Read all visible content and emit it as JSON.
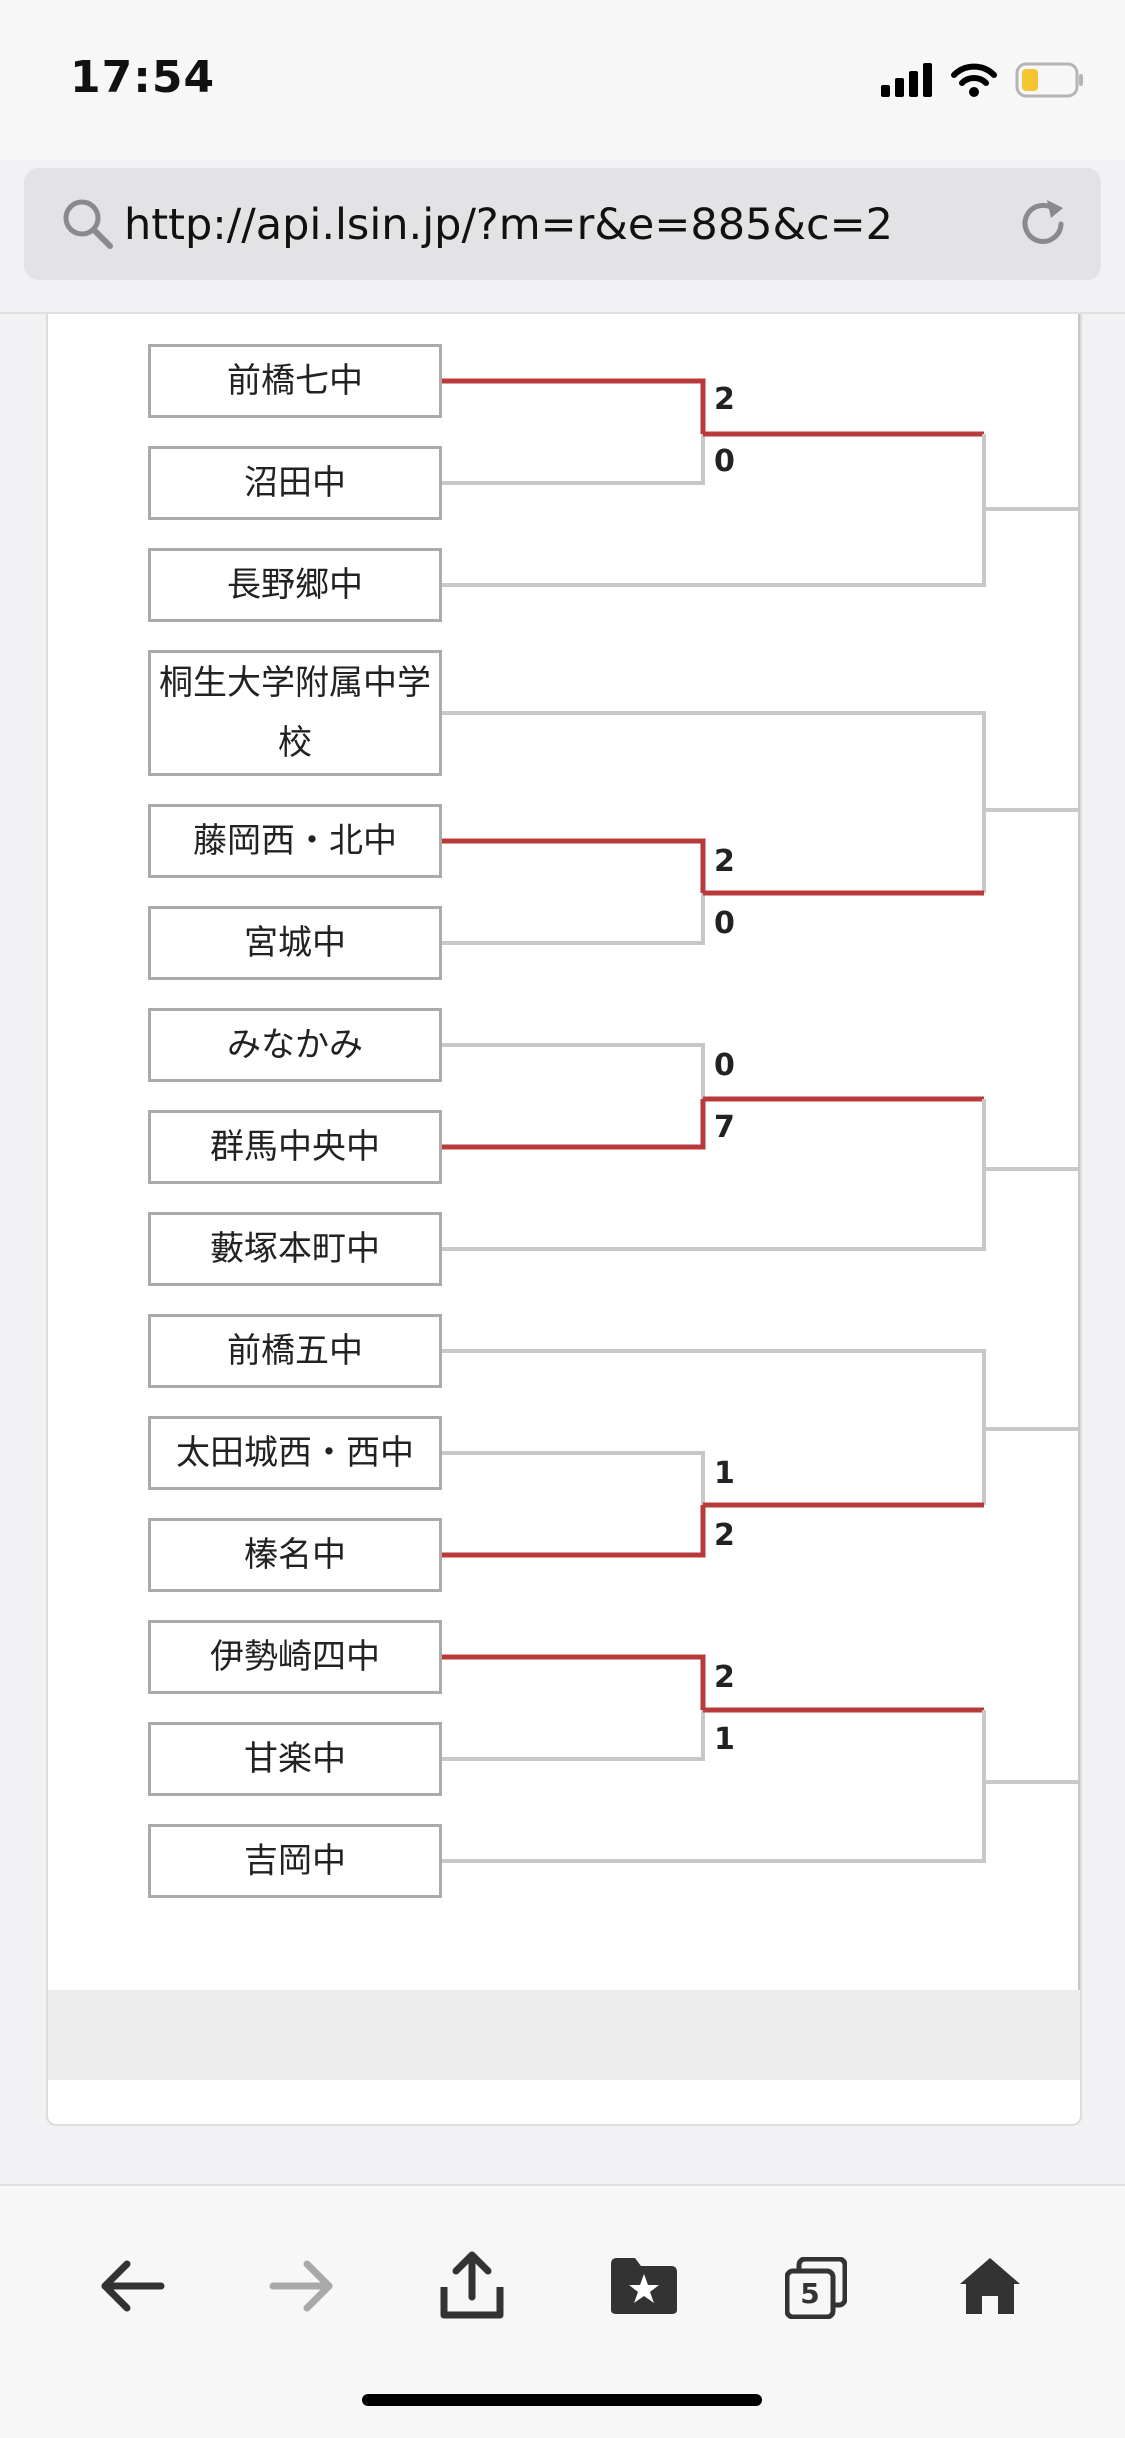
{
  "status_bar": {
    "time": "17:54"
  },
  "browser": {
    "url": "http://api.lsin.jp/?m=r&e=885&c=2",
    "tabs_count": "5"
  },
  "bracket": {
    "teams": [
      {
        "id": "t0",
        "name": "前橋七中"
      },
      {
        "id": "t1",
        "name": "沼田中"
      },
      {
        "id": "t2",
        "name": "長野郷中"
      },
      {
        "id": "t3",
        "name": "桐生大学附属中学校"
      },
      {
        "id": "t4",
        "name": "藤岡西・北中"
      },
      {
        "id": "t5",
        "name": "宮城中"
      },
      {
        "id": "t6",
        "name": "みなかみ"
      },
      {
        "id": "t7",
        "name": "群馬中央中"
      },
      {
        "id": "t8",
        "name": "藪塚本町中"
      },
      {
        "id": "t9",
        "name": "前橋五中"
      },
      {
        "id": "t10",
        "name": "太田城西・西中"
      },
      {
        "id": "t11",
        "name": "榛名中"
      },
      {
        "id": "t12",
        "name": "伊勢崎四中"
      },
      {
        "id": "t13",
        "name": "甘楽中"
      },
      {
        "id": "t14",
        "name": "吉岡中"
      }
    ],
    "matches": [
      {
        "team_a": "前橋七中",
        "score_a": "2",
        "team_b": "沼田中",
        "score_b": "0",
        "winner": "a"
      },
      {
        "team_a": "藤岡西・北中",
        "score_a": "2",
        "team_b": "宮城中",
        "score_b": "0",
        "winner": "a"
      },
      {
        "team_a": "みなかみ",
        "score_a": "0",
        "team_b": "群馬中央中",
        "score_b": "7",
        "winner": "b"
      },
      {
        "team_a": "太田城西・西中",
        "score_a": "1",
        "team_b": "榛名中",
        "score_b": "2",
        "winner": "b"
      },
      {
        "team_a": "伊勢崎四中",
        "score_a": "2",
        "team_b": "甘楽中",
        "score_b": "1",
        "winner": "a"
      }
    ],
    "colors": {
      "winner_line": "#b83a3a",
      "loser_line": "#c8c8c8"
    }
  }
}
